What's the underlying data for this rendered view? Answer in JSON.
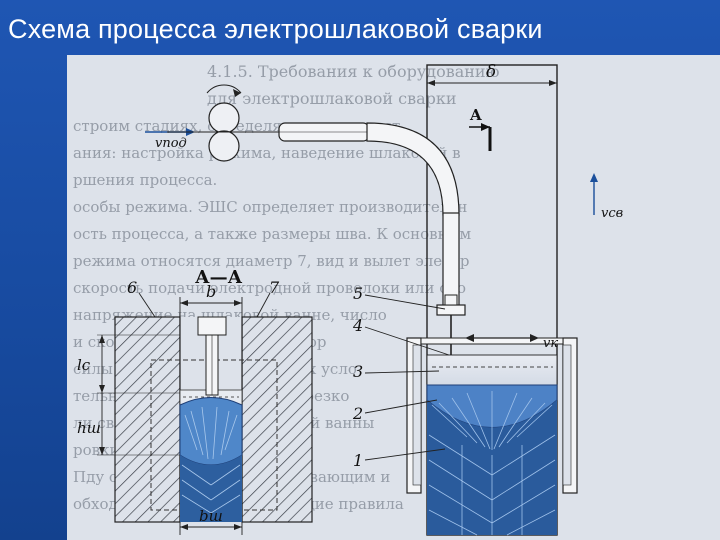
{
  "slide": {
    "title": "Схема процесса электрошлаковой сварки"
  },
  "figure": {
    "section_title": "А—А",
    "labels": {
      "b": "b",
      "delta": "δ",
      "lc": "lс",
      "hsh": "hш",
      "bsh": "bш",
      "v_pod": "vпод",
      "v_sv": "vсв",
      "v_k": "vк",
      "a_top": "A",
      "a_bottom": "A"
    },
    "numbers": [
      "1",
      "2",
      "3",
      "4",
      "5",
      "6",
      "7"
    ],
    "background_lines": [
      "4.1.5. Требования к оборудованию",
      "для электрошлаковой сварки",
      "строим стадиях, определяющих их конст",
      "ания: настройка режима, наведение шлаковой в",
      "ршения процесса.",
      "особы режима. ЭШС определяет производительн",
      "ость процесса, а также размеры шва. К основным",
      "режима относятся диаметр 7, вид и вылет электр",
      "скорость подачи электродной проволоки или ско",
      "напряжение на шлаковой ванне, число",
      "и скорость перемещения, зазор",
      "силы тока, при прочих равных усло",
      "тельное напряжение сварки резко",
      "ли сварки с глубины шлаковой ванны",
      "ровки ширины шва.",
      "Пду оборудованием обеспечивающим и",
      "обходимо выполнять следующие правила"
    ]
  }
}
